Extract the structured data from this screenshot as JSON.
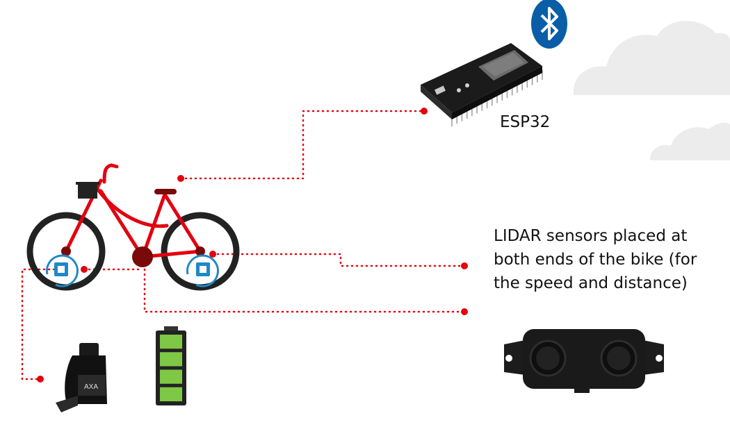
{
  "labels": {
    "esp32": "ESP32",
    "lidar_note_lines": [
      "LIDAR sensors placed at",
      "both ends of the bike (for",
      "the speed and distance)"
    ],
    "dynamo_brand": "AXA"
  },
  "icons": {
    "bluetooth": "bluetooth-icon",
    "microcontroller": "chip-icon",
    "battery": "battery-icon",
    "cloud": "cloud-icon"
  },
  "colors": {
    "accent_red": "#e3000f",
    "bluetooth_blue": "#0a5ea8",
    "battery_green": "#7ec845",
    "cloud_grey": "#ececec",
    "dark_red": "#7a0a0a",
    "chip_blue": "#1e88c9"
  },
  "battery": {
    "filled_segments": 4,
    "total_segments": 4
  }
}
